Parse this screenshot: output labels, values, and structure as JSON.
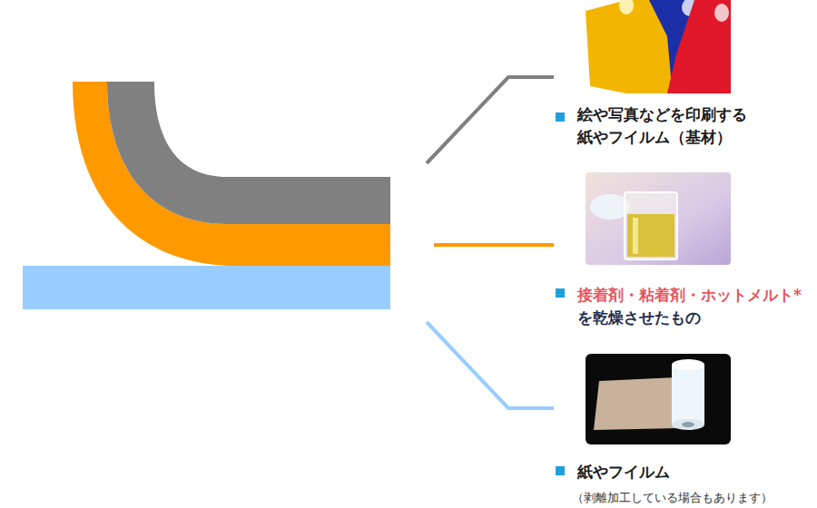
{
  "diagram": {
    "labels": [
      "絵や写真などを印刷する 紙やフイルム（基材）",
      "接着剤・粘着剤・ホットメルト*",
      "を乾燥させたもの",
      "紙やフイルム",
      "（剥離加工している場合もあります）"
    ]
  }
}
